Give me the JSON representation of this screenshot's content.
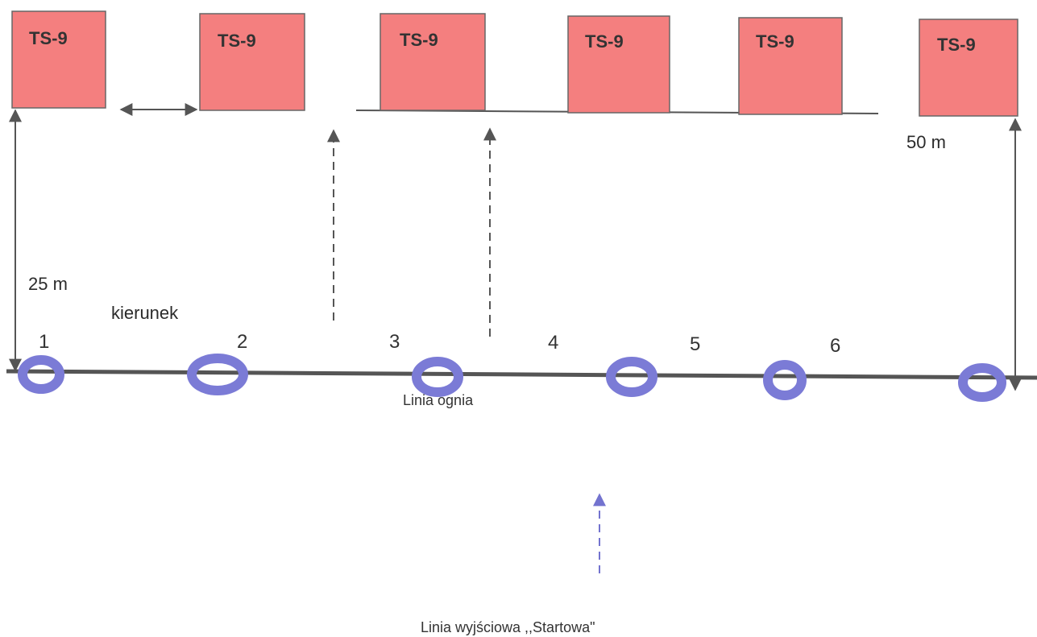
{
  "targets": [
    {
      "label": "TS-9"
    },
    {
      "label": "TS-9"
    },
    {
      "label": "TS-9"
    },
    {
      "label": "TS-9"
    },
    {
      "label": "TS-9"
    },
    {
      "label": "TS-9"
    }
  ],
  "dimensions": {
    "distance_25": "25 m",
    "distance_50": "50 m"
  },
  "direction_label": "kierunek",
  "lane_numbers": [
    "1",
    "2",
    "3",
    "4",
    "5",
    "6"
  ],
  "firing_line_label": "Linia ognia",
  "start_line_label": "Linia wyjściowa ,,Startowa\"",
  "colors": {
    "target_fill": "#f47f7f",
    "target_stroke": "#666666",
    "marker": "#7b7bd6",
    "line": "#555555",
    "start_arrow": "#7373cf"
  }
}
